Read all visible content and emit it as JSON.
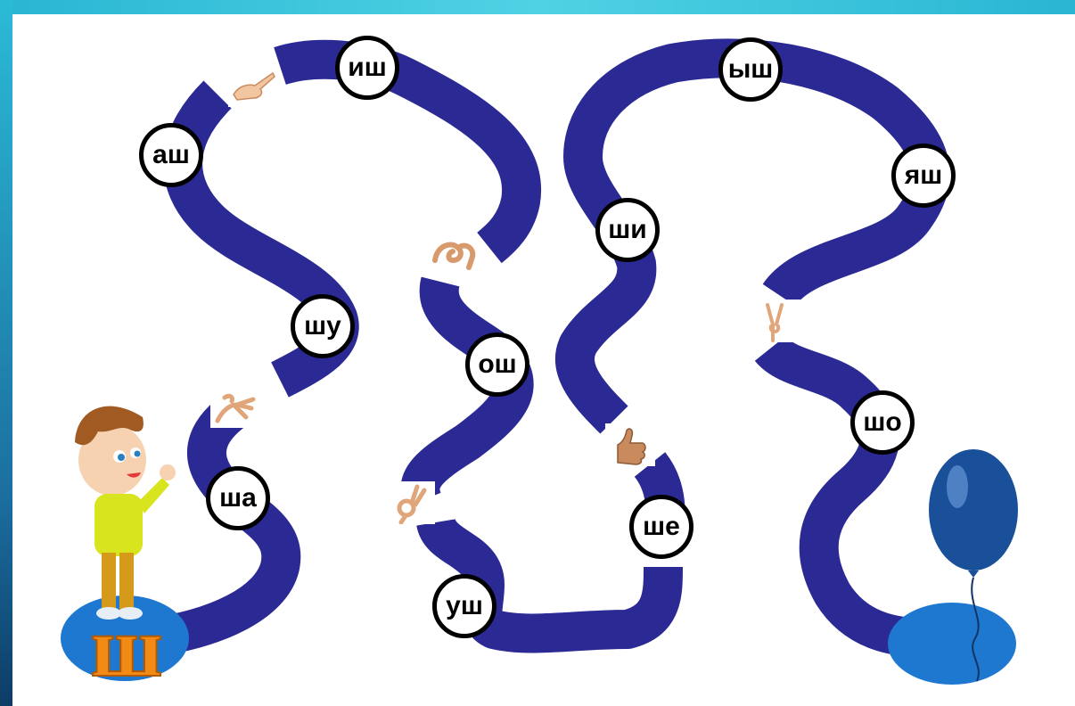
{
  "game": {
    "colors": {
      "path": "#2b2a94",
      "start_base": "#1e78d0",
      "letter_fill": "#f28a16",
      "balloon": "#1a4f9a",
      "balloon_base": "#1e78d0",
      "frame": "#29b6d3"
    },
    "start_letter": "ш",
    "syllables": {
      "ash": "аш",
      "ish": "иш",
      "shu": "шу",
      "sha": "ша",
      "osh": "ош",
      "ush": "уш",
      "shi": "ши",
      "she": "ше",
      "ysh": "ыш",
      "yash": "яш",
      "sho": "шо"
    },
    "icons": {
      "boy": "boy-character-icon",
      "balloon": "balloon-icon",
      "hands": [
        "hand-pointing-icon",
        "hand-ring-icon",
        "hand-ok-icon",
        "hand-thumbs-up-icon",
        "hand-v-icon",
        "hand-wave-icon"
      ]
    }
  }
}
